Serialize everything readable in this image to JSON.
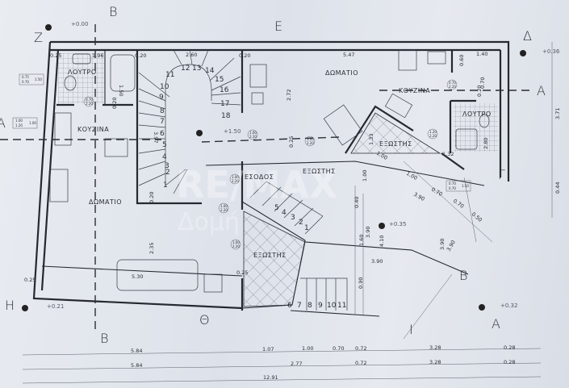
{
  "rooms": {
    "bath_left": "ΛΟΥΤΡΟ",
    "kitchen_left": "ΚΟΥΖΙΝΑ",
    "room_left": "ΔΩΜΑΤΙΟ",
    "room_right": "ΔΩΜΑΤΙΟ",
    "kitchen_right": "ΚΟΥΖΙΝΑ",
    "bath_right": "ΛΟΥΤΡΟ",
    "balcony_right": "ΕΞΩΣΤΗΣ",
    "balcony_mid": "ΕΞΩΣΤΗΣ",
    "entrance": "ΕΣΟΔΟΣ",
    "balcony_bottom": "ΕΞΩΣΤΗΣ"
  },
  "elevations": [
    "+0.00",
    "+1.50",
    "+0.36",
    "+0.35",
    "+0.21",
    "+0.32"
  ],
  "section_marks": [
    "Z",
    "B",
    "E",
    "Δ",
    "A",
    "A",
    "Γ",
    "H",
    "Θ",
    "I",
    "B",
    "A",
    "B"
  ],
  "dimensions": {
    "top": [
      "0.25",
      "1.96",
      "0.20",
      "2.60",
      "0.20",
      "5.47",
      "1.40",
      "0.60"
    ],
    "interior": [
      "1.50",
      "0.20",
      "3.97",
      "2.72",
      "0.25",
      "1.33",
      "1.00",
      "1.32",
      "2.80",
      "0.70",
      "0.20",
      "0.20",
      "2.35",
      "5.30",
      "0.25",
      "0.25"
    ],
    "right_side": [
      "3.71",
      "0.44"
    ],
    "yard": [
      "1.00",
      "1.00",
      "3.90",
      "0.70",
      "0.70",
      "0.50",
      "0.40",
      "1.60",
      "3.90",
      "4.10",
      "3.90",
      "3.90",
      "3.90",
      "0.90"
    ],
    "bottom_row1": [
      "5.84",
      "1.07",
      "1.00",
      "0.70",
      "0.72",
      "3.28",
      "0.28"
    ],
    "bottom_row2": [
      "5.84",
      "2.77",
      "0.72",
      "3.28",
      "0.28"
    ],
    "bottom_total": "12.91"
  },
  "stairs": {
    "main": [
      "1",
      "2",
      "3",
      "4",
      "5",
      "6",
      "7",
      "8",
      "9",
      "10",
      "11",
      "12",
      "13",
      "14",
      "15",
      "16",
      "17",
      "18"
    ],
    "entrance": [
      "1",
      "2",
      "3",
      "4",
      "5"
    ],
    "yard": [
      "6",
      "7",
      "8",
      "9",
      "10",
      "11"
    ]
  },
  "door_tags": [
    [
      "0.75",
      "0.70",
      "1.50"
    ],
    [
      "1.00",
      "1.20",
      "1.00"
    ],
    [
      "0.70",
      "2.20"
    ],
    [
      "1.00",
      "2.20"
    ],
    [
      "1.00",
      "2.20"
    ],
    [
      "1.00",
      "2.20"
    ],
    [
      "1.00",
      "2.20"
    ],
    [
      "1.60",
      "2.20"
    ],
    [
      "0.70",
      "2.20"
    ],
    [
      "1.20",
      "2.20"
    ],
    [
      "0.70",
      "0.70",
      "1.50"
    ]
  ],
  "watermark": {
    "brand": "RE/MAX",
    "sub": "Δομή"
  },
  "colors": {
    "paper": "#e4e8ee",
    "ink": "#262930"
  }
}
